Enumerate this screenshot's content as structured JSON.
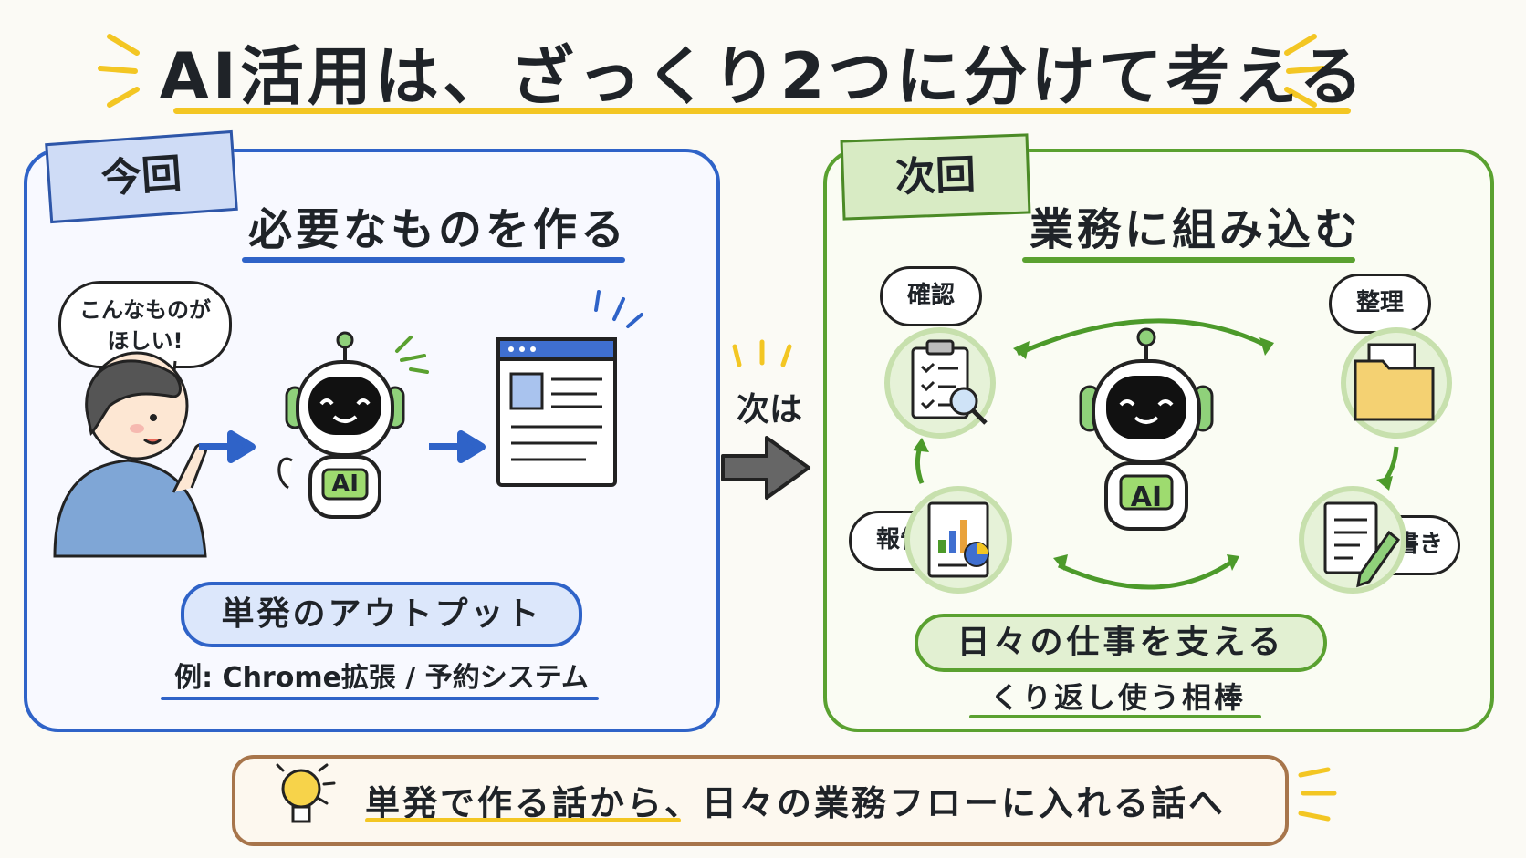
{
  "title": "AI活用は、ざっくり2つに分けて考える",
  "left_panel": {
    "tag": "今回",
    "heading": "必要なものを作る",
    "bubble_line1": "こんなものが",
    "bubble_line2": "ほしい!",
    "robot_label": "AI",
    "output_label": "単発のアウトプット",
    "example": "例: Chrome拡張 / 予約システム"
  },
  "transition_label": "次は",
  "right_panel": {
    "tag": "次回",
    "heading": "業務に組み込む",
    "robot_label": "AI",
    "task_check": "確認",
    "task_organize": "整理",
    "task_report": "報告",
    "task_draft": "下書き",
    "support_label": "日々の仕事を支える",
    "partner_label": "くり返し使う相棒"
  },
  "footer": {
    "message": "単発で作る話から、日々の業務フローに入れる話へ"
  },
  "colors": {
    "left_accent": "#2f63c8",
    "right_accent": "#5aa130",
    "highlight": "#f3c623",
    "footer_border": "#a7754b"
  }
}
